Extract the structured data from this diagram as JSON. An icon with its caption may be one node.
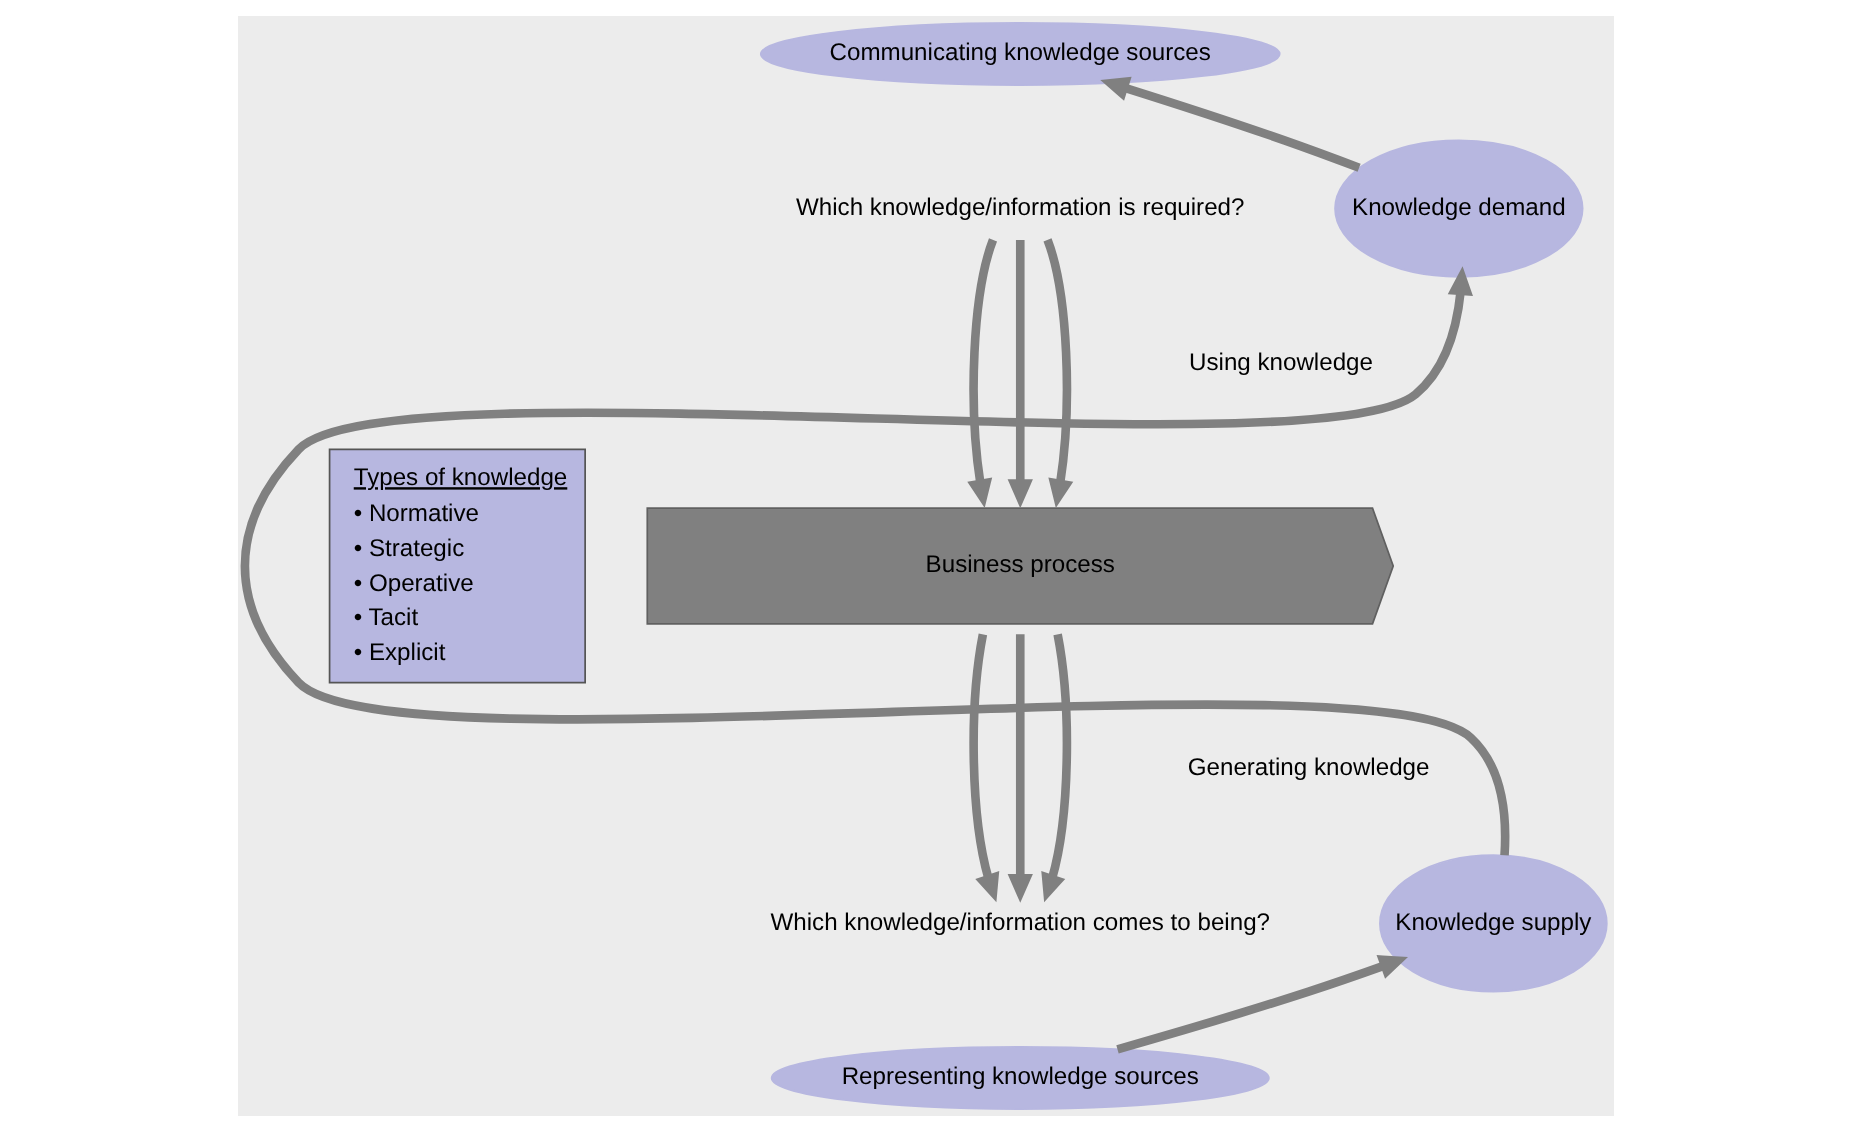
{
  "diagram": {
    "nodes": [
      {
        "text": [
          "Communicating knowledge sources"
        ]
      },
      {
        "text": [
          "Knowledge demand"
        ]
      },
      {
        "text": [
          "Types of knowledge",
          "• Normative",
          "• Strategic",
          "• Operative",
          "• Tacit",
          "• Explicit"
        ]
      },
      {
        "text": [
          "Business process"
        ]
      },
      {
        "text": [
          "Which knowledge/information is required?"
        ]
      },
      {
        "text": [
          "Which knowledge/information comes to being?"
        ]
      },
      {
        "text": [
          "Representing knowledge sources"
        ]
      },
      {
        "text": [
          "Knowledge supply"
        ]
      }
    ],
    "edges": [
      {
        "from": 1,
        "to": 0,
        "arrow": "to"
      },
      {
        "from": 4,
        "to": 3,
        "arrow": "to"
      },
      {
        "from": 4,
        "to": 3,
        "arrow": "to"
      },
      {
        "from": 4,
        "to": 3,
        "arrow": "to"
      },
      {
        "from": 3,
        "to": 5,
        "arrow": "to"
      },
      {
        "from": 3,
        "to": 5,
        "arrow": "to"
      },
      {
        "from": 3,
        "to": 5,
        "arrow": "to"
      },
      {
        "from": 6,
        "to": 7,
        "arrow": "to"
      },
      {
        "from": 7,
        "to": 1,
        "arrow": "to"
      }
    ],
    "labels": [
      "Using knowledge",
      "Generating knowledge"
    ]
  }
}
